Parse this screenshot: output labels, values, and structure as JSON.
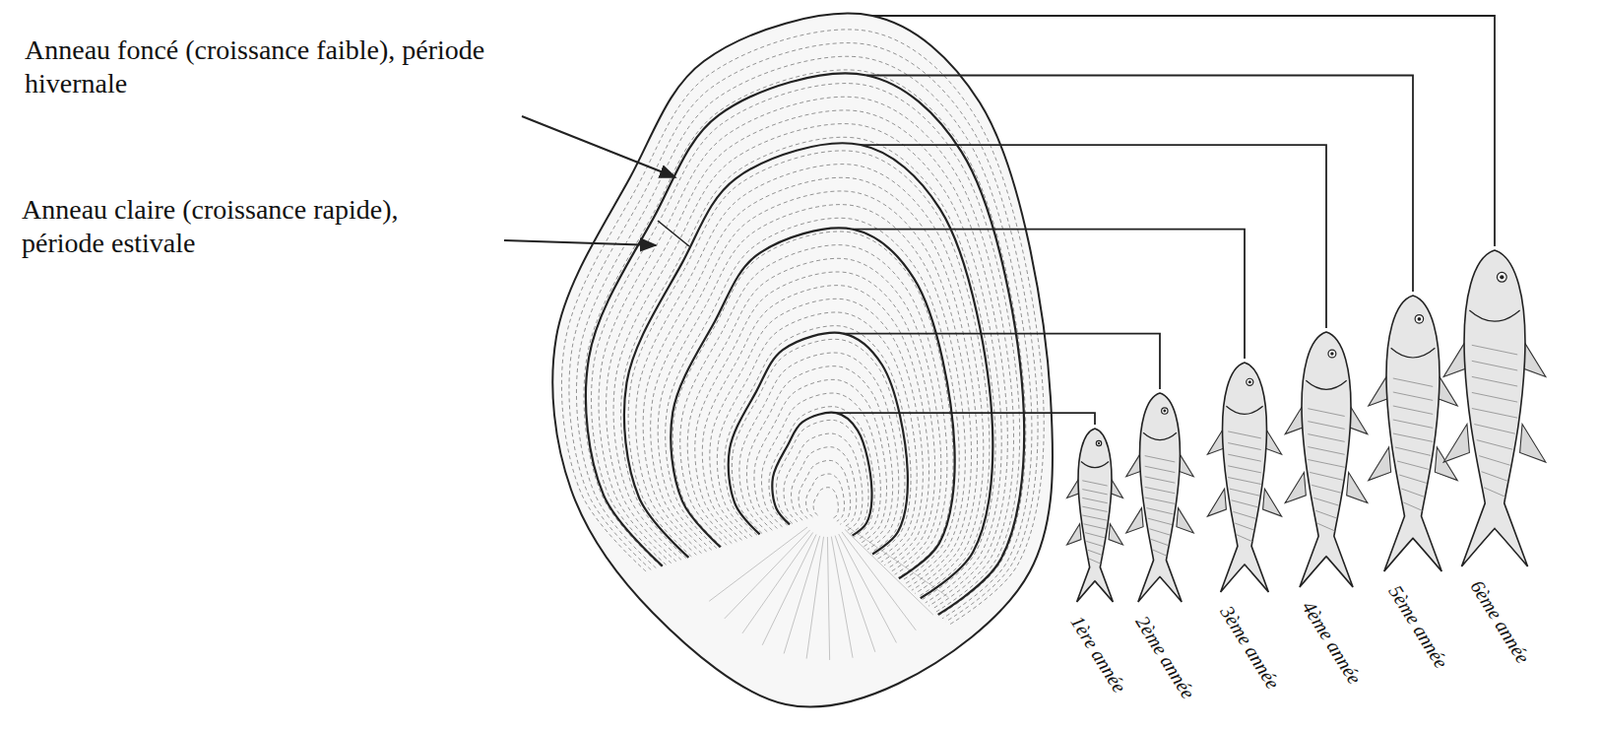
{
  "diagram": {
    "labels": [
      "Anneau foncé (croissance faible), période hivernale",
      "Anneau claire (croissance rapide), période estivale",
      "1ère année",
      "2ème année",
      "3ème année",
      "4ème année",
      "5ème année",
      "6ème année"
    ]
  }
}
